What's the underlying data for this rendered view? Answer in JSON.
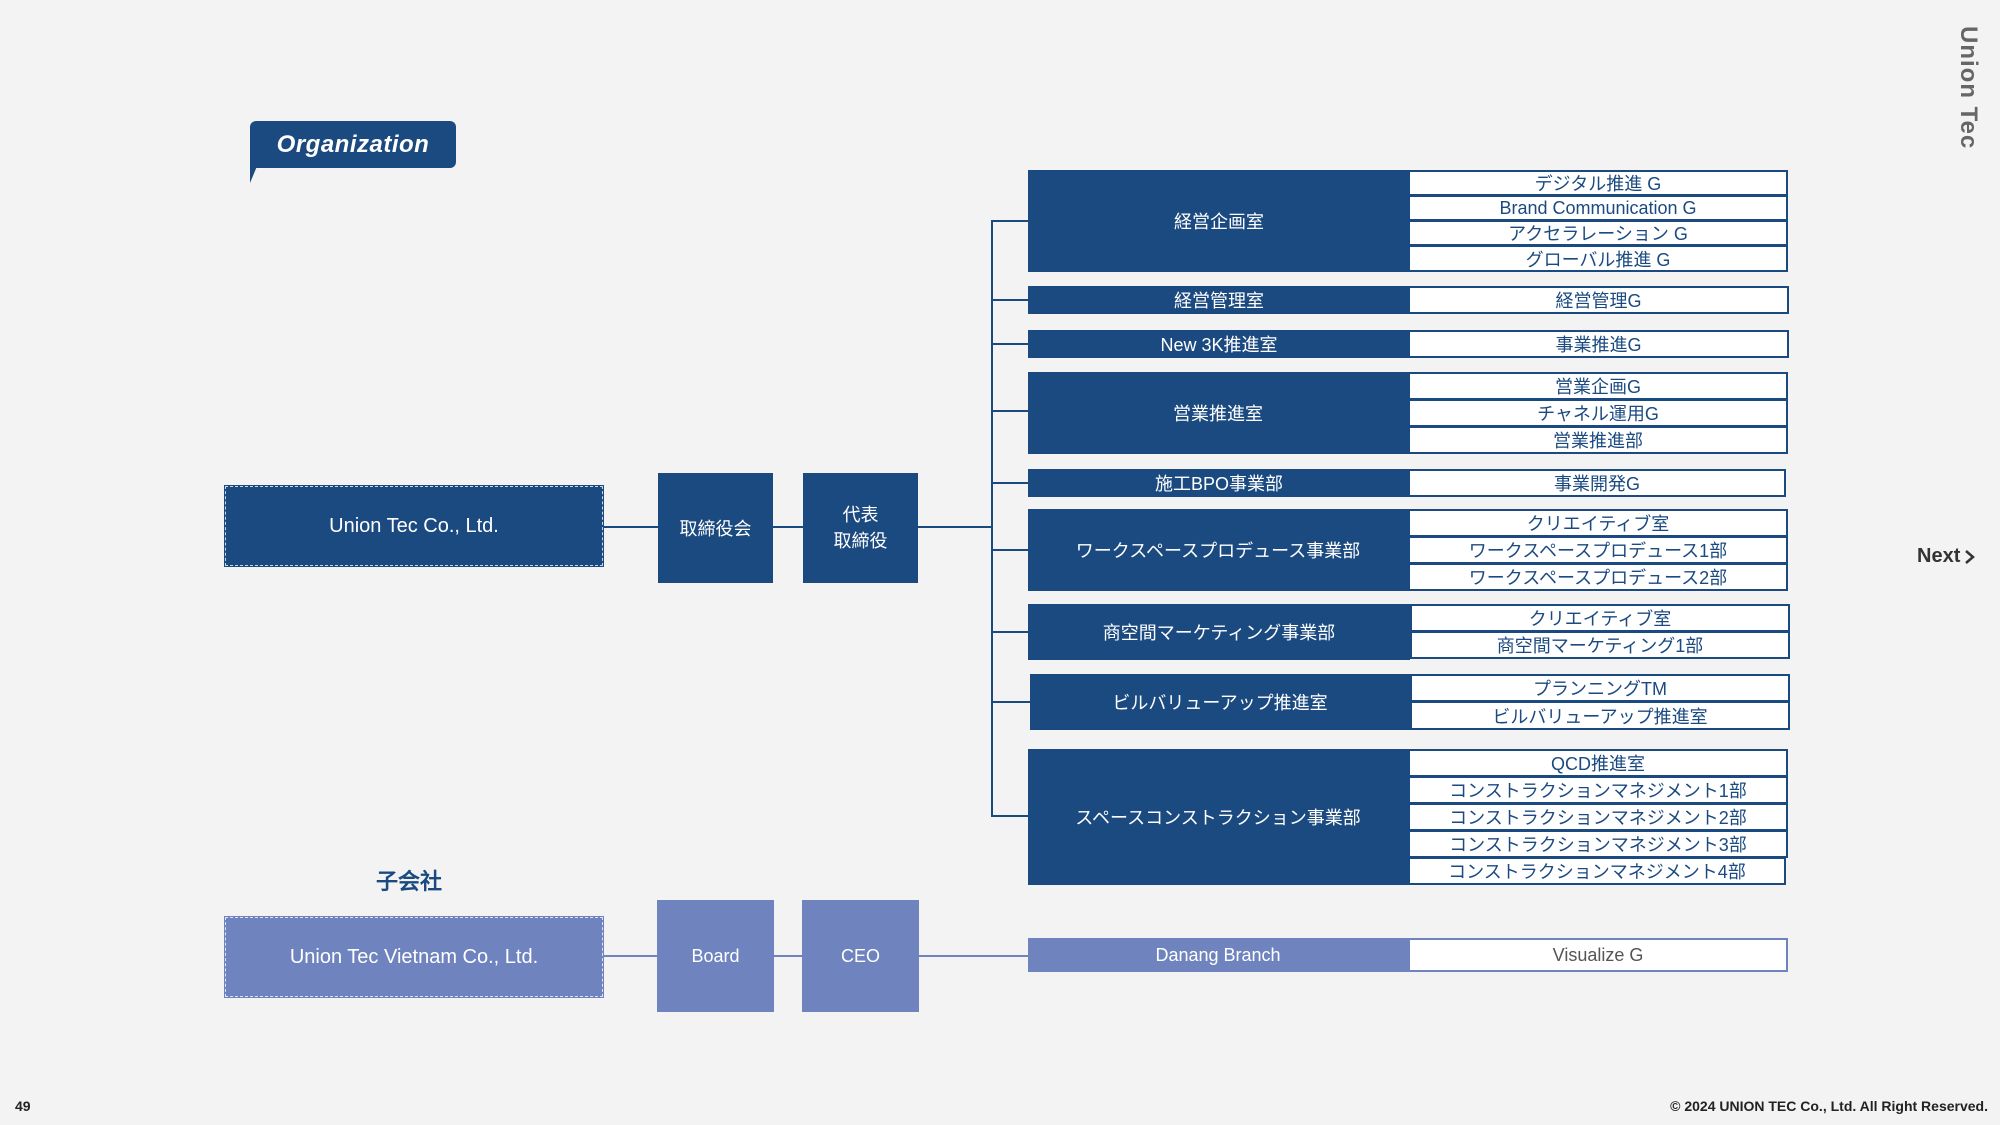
{
  "brand": "Union Tec",
  "section_tag": "Organization",
  "next_label": "Next",
  "page_number": "49",
  "copyright": "© 2024 UNION TEC Co., Ltd. All Right Reserved.",
  "main_company": {
    "name": "Union Tec Co., Ltd.",
    "board": "取締役会",
    "ceo_line1": "代表",
    "ceo_line2": "取締役"
  },
  "divisions": [
    {
      "name": "経営企画室",
      "groups": [
        "デジタル推進 G",
        "Brand Communication G",
        "アクセラレーション G",
        "グローバル推進 G"
      ]
    },
    {
      "name": "経営管理室",
      "groups": [
        "経営管理G"
      ]
    },
    {
      "name": "New 3K推進室",
      "groups": [
        "事業推進G"
      ]
    },
    {
      "name": "営業推進室",
      "groups": [
        "営業企画G",
        "チャネル運用G",
        "営業推進部"
      ]
    },
    {
      "name": "施工BPO事業部",
      "groups": [
        "事業開発G"
      ]
    },
    {
      "name": "ワークスペースプロデュース事業部",
      "groups": [
        "クリエイティブ室",
        "ワークスペースプロデュース1部",
        "ワークスペースプロデュース2部"
      ]
    },
    {
      "name": "商空間マーケティング事業部",
      "groups": [
        "クリエイティブ室",
        "商空間マーケティング1部"
      ]
    },
    {
      "name": "ビルバリューアップ推進室",
      "groups": [
        "プランニングTM",
        "ビルバリューアップ推進室"
      ]
    },
    {
      "name": "スペースコンストラクション事業部",
      "groups": [
        "QCD推進室",
        "コンストラクションマネジメント1部",
        "コンストラクションマネジメント2部",
        "コンストラクションマネジメント3部",
        "コンストラクションマネジメント4部"
      ]
    }
  ],
  "subsidiary": {
    "heading": "子会社",
    "name": "Union Tec Vietnam Co., Ltd.",
    "board": "Board",
    "ceo": "CEO",
    "branch": "Danang Branch",
    "group": "Visualize G"
  },
  "colors": {
    "navy": "#1b4a80",
    "lavender": "#6f84be",
    "background": "#f3f3f3"
  }
}
